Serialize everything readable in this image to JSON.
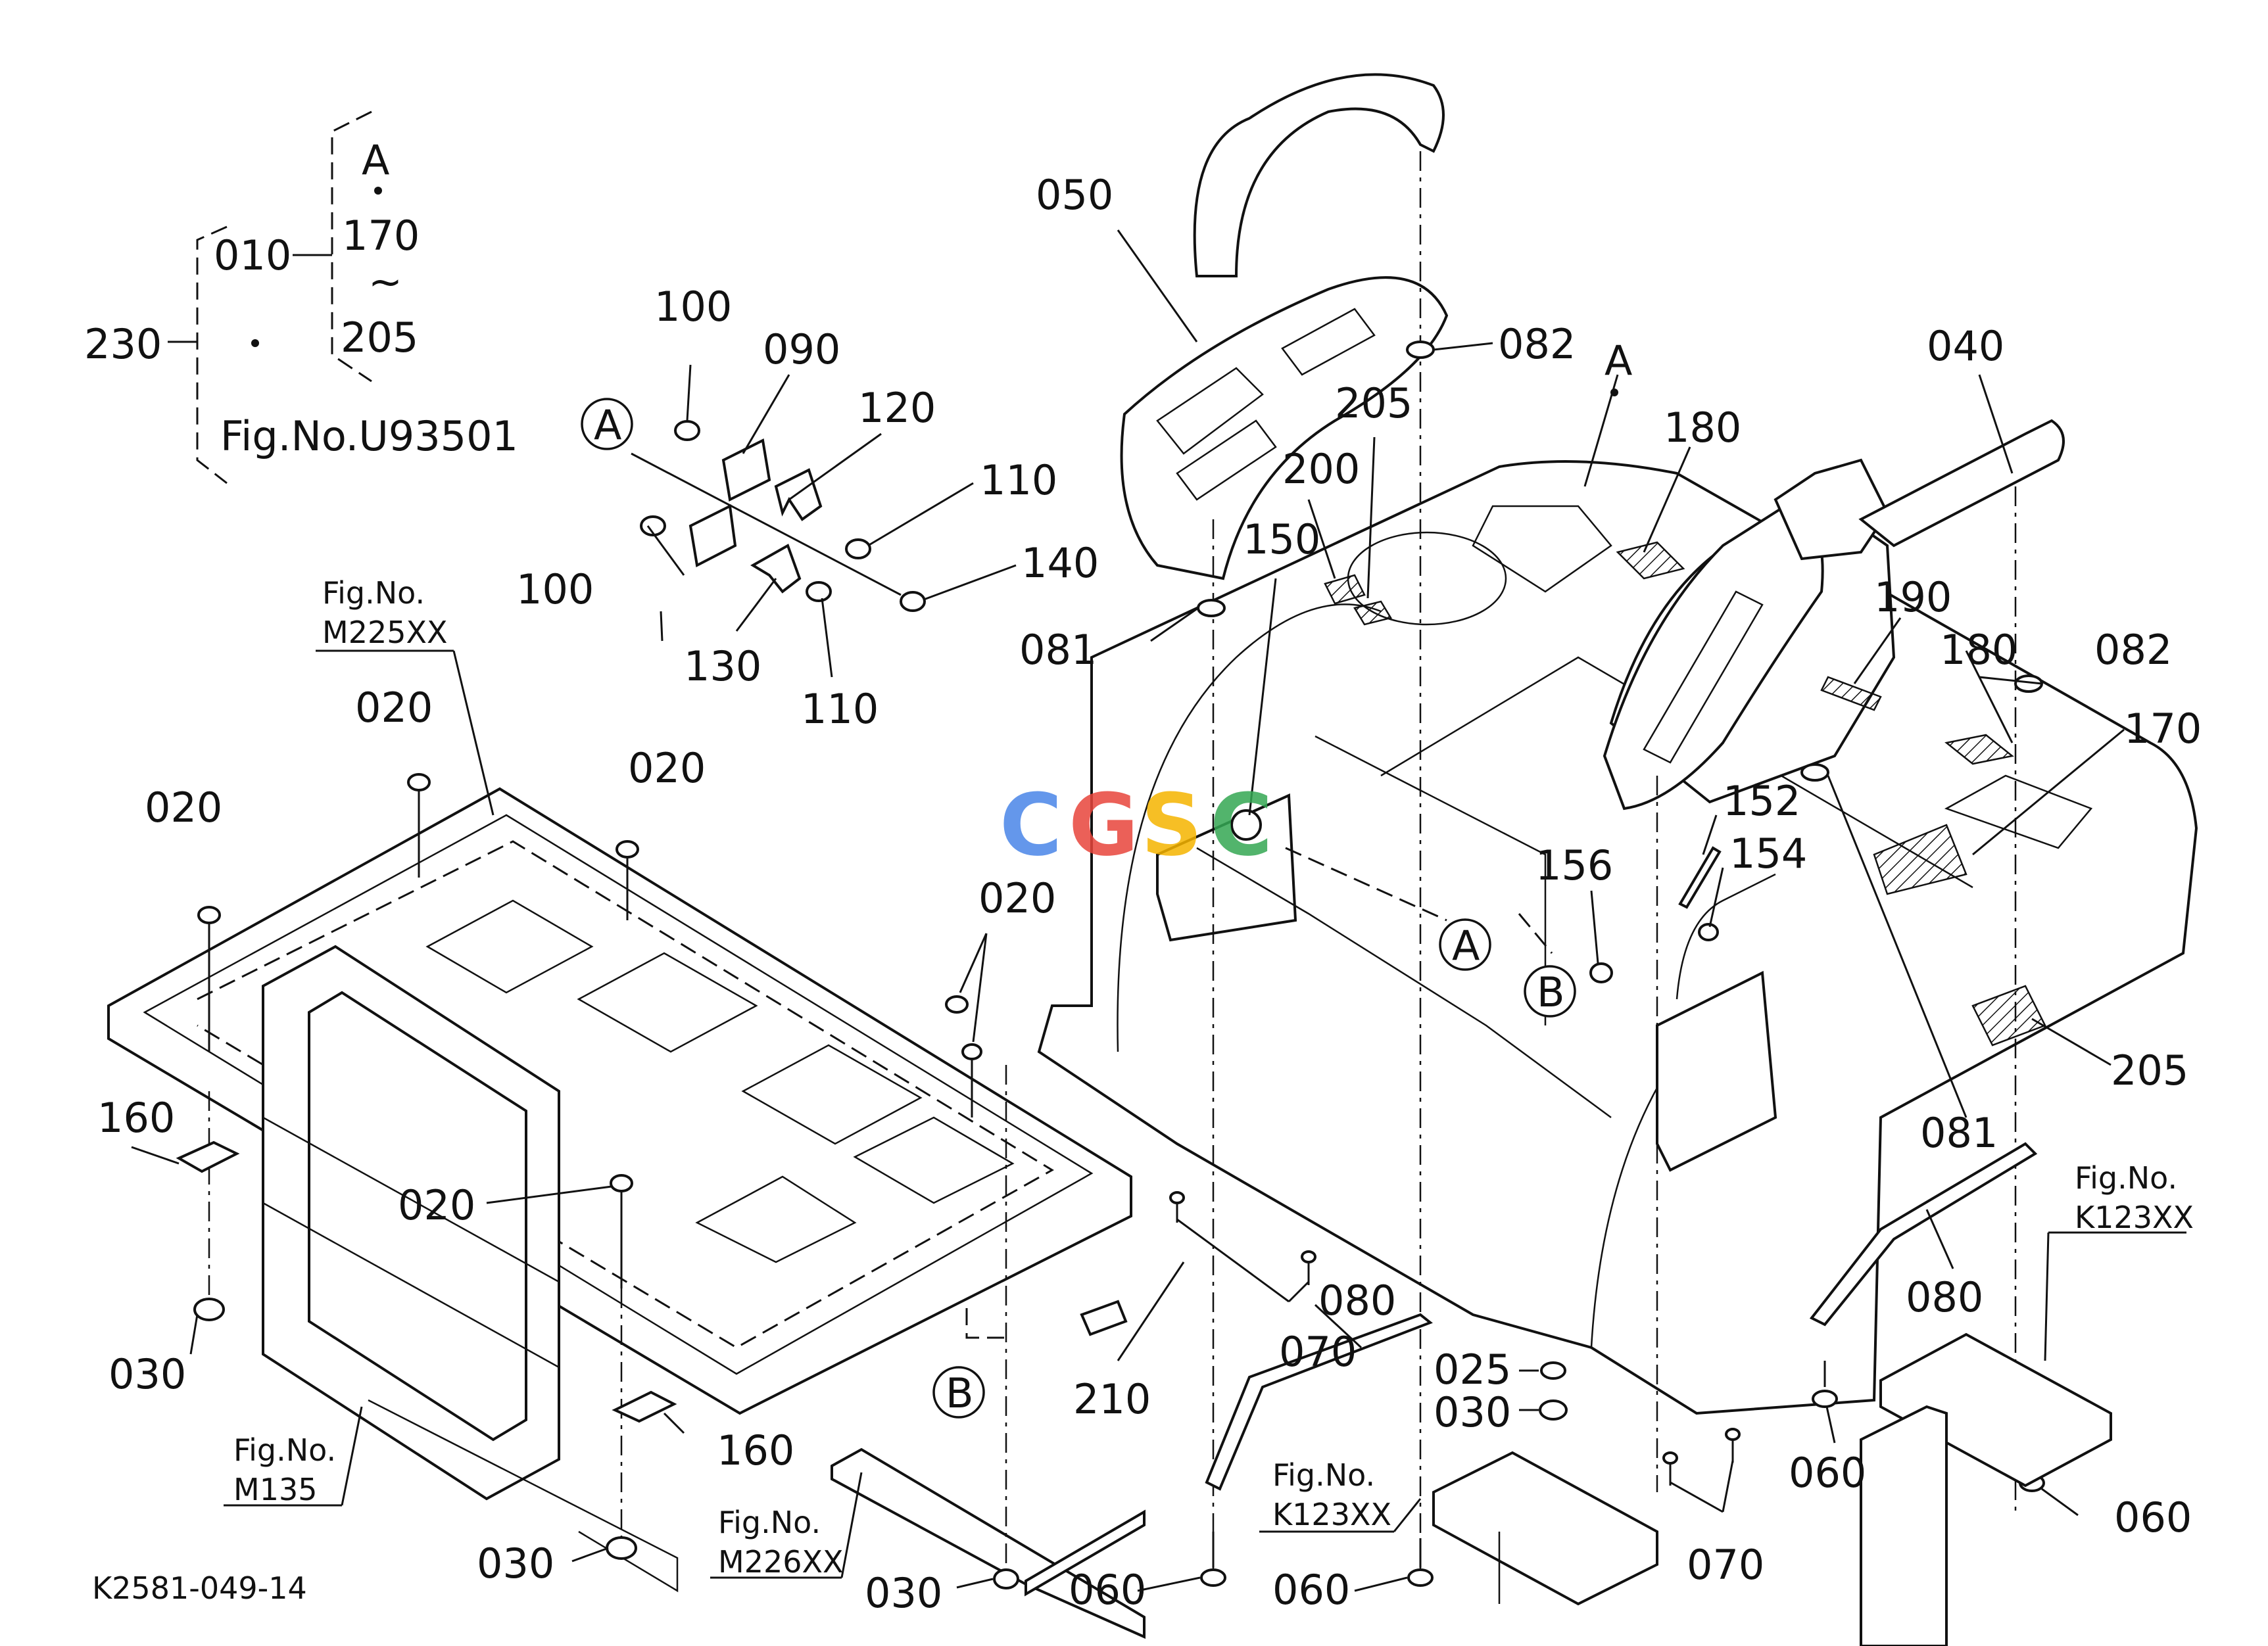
{
  "drawing_id": "K2581-049-14",
  "watermark": "CGSC",
  "assembly": {
    "group": "230",
    "sub": "010",
    "range_start": "A",
    "range_mid": "170",
    "tilde": "~",
    "range_end": "205",
    "ref": "Fig.No.U93501"
  },
  "callouts": {
    "c050": "050",
    "c082a": "082",
    "c082b": "082",
    "c040": "040",
    "c205a": "205",
    "c205b": "205",
    "c180a": "180",
    "c180b": "180",
    "c200": "200",
    "c150": "150",
    "c081a": "081",
    "c081b": "081",
    "c190": "190",
    "c170": "170",
    "c152": "152",
    "c154": "154",
    "c156": "156",
    "c100a": "100",
    "c100b": "100",
    "c090": "090",
    "c120": "120",
    "c110a": "110",
    "c110b": "110",
    "c140": "140",
    "c130": "130",
    "c020a": "020",
    "c020b": "020",
    "c020c": "020",
    "c020d": "020",
    "c020e": "020",
    "c160a": "160",
    "c160b": "160",
    "c030a": "030",
    "c030b": "030",
    "c030c": "030",
    "c030d": "030",
    "c060a": "060",
    "c060b": "060",
    "c060c": "060",
    "c060d": "060",
    "c070a": "070",
    "c070b": "070",
    "c080a": "080",
    "c080b": "080",
    "c025": "025",
    "c210": "210"
  },
  "reference_markers": {
    "a1": "A",
    "a2": "A",
    "a3": "A",
    "b1": "B",
    "b2": "B"
  },
  "figure_refs": {
    "f1_top": "Fig.No.",
    "f1_bot": "M225XX",
    "f2_top": "Fig.No.",
    "f2_bot": "M135",
    "f3_top": "Fig.No.",
    "f3_bot": "M226XX",
    "f4_top": "Fig.No.",
    "f4_bot": "K123XX",
    "f5_top": "Fig.No.",
    "f5_bot": "K123XX"
  },
  "colors": {
    "line": "#111111",
    "background": "#ffffff",
    "watermark_blue": "#4a86e8",
    "watermark_red": "#e8453c",
    "watermark_yellow": "#f5b400",
    "watermark_green": "#34a853"
  }
}
